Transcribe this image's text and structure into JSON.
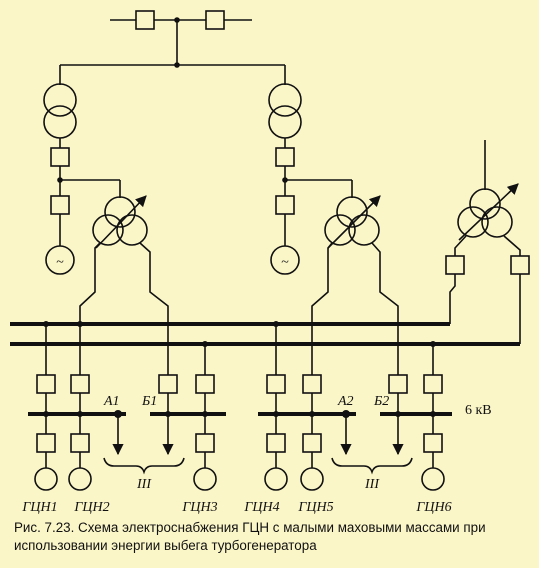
{
  "diagram": {
    "labels": {
      "a1": "А1",
      "b1": "Б1",
      "a2": "А2",
      "b2": "Б2",
      "voltage": "6 кВ",
      "group_left": "III",
      "group_right": "III",
      "pumps": [
        "ГЦН1",
        "ГЦН2",
        "ГЦН3",
        "ГЦН4",
        "ГЦН5",
        "ГЦН6"
      ]
    },
    "generator_symbol": "~"
  },
  "caption": {
    "line1": "Рис. 7.23. Схема электроснабжения ГЦН с малыми маховыми массами при",
    "line2": "использовании энергии выбега турбогенератора"
  }
}
